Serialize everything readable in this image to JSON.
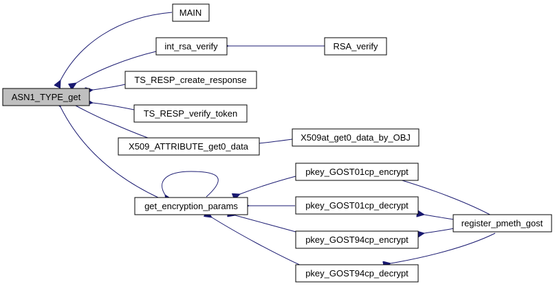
{
  "graph": {
    "nodes": {
      "asn1_type_get": "ASN1_TYPE_get",
      "main": "MAIN",
      "int_rsa_verify": "int_rsa_verify",
      "rsa_verify": "RSA_verify",
      "ts_resp_create_response": "TS_RESP_create_response",
      "ts_resp_verify_token": "TS_RESP_verify_token",
      "x509_attribute_get0_data": "X509_ATTRIBUTE_get0_data",
      "x509at_get0_data_by_obj": "X509at_get0_data_by_OBJ",
      "get_encryption_params": "get_encryption_params",
      "pkey_gost01cp_encrypt": "pkey_GOST01cp_encrypt",
      "pkey_gost01cp_decrypt": "pkey_GOST01cp_decrypt",
      "pkey_gost94cp_encrypt": "pkey_GOST94cp_encrypt",
      "pkey_gost94cp_decrypt": "pkey_GOST94cp_decrypt",
      "register_pmeth_gost": "register_pmeth_gost"
    },
    "colors": {
      "edge": "#191970",
      "root_fill": "#bfbfbf",
      "node_fill": "#ffffff",
      "node_border": "#000000"
    }
  }
}
